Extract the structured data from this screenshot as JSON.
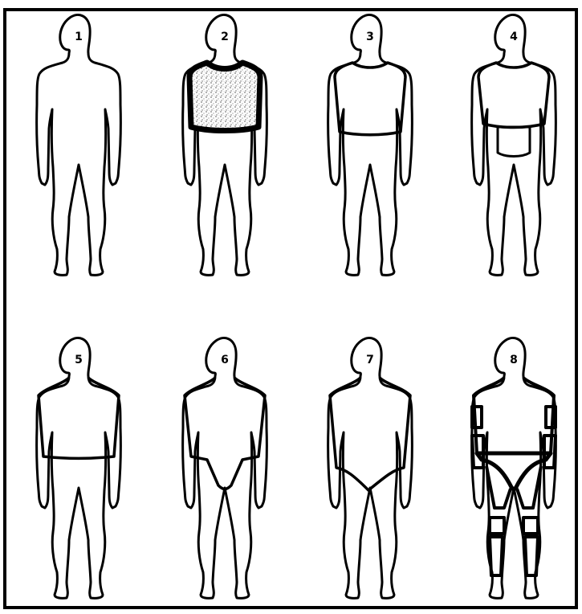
{
  "figures": [
    {
      "number": "1",
      "armor": "none"
    },
    {
      "number": "2",
      "armor": "torso-vest-shaded"
    },
    {
      "number": "3",
      "armor": "torso-vest"
    },
    {
      "number": "4",
      "armor": "vest-with-groin-flap"
    },
    {
      "number": "5",
      "armor": "vest-high-collar"
    },
    {
      "number": "6",
      "armor": "vest-with-v-groin"
    },
    {
      "number": "7",
      "armor": "leotard"
    },
    {
      "number": "8",
      "armor": "full-segmented"
    }
  ],
  "colors": {
    "line": "#000000",
    "paper": "#ffffff",
    "shade": "#9a9a9a"
  }
}
